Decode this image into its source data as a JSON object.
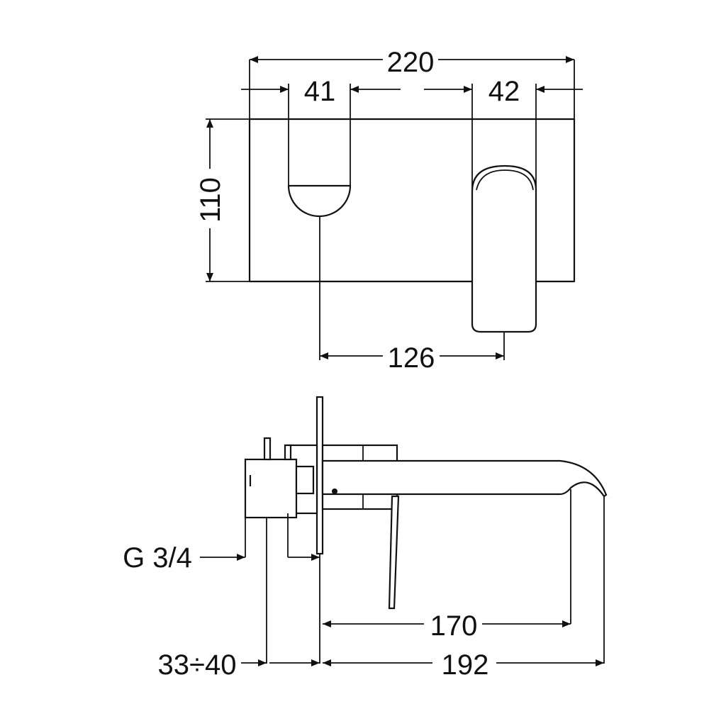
{
  "front_view": {
    "dim_width": "220",
    "dim_spout_offset": "41",
    "dim_lever_offset": "42",
    "dim_height": "110",
    "dim_center_distance": "126"
  },
  "side_view": {
    "label_thread": "G 3/4",
    "dim_wall_depth": "33÷40",
    "dim_spout_reach": "170",
    "dim_total_reach": "192"
  }
}
